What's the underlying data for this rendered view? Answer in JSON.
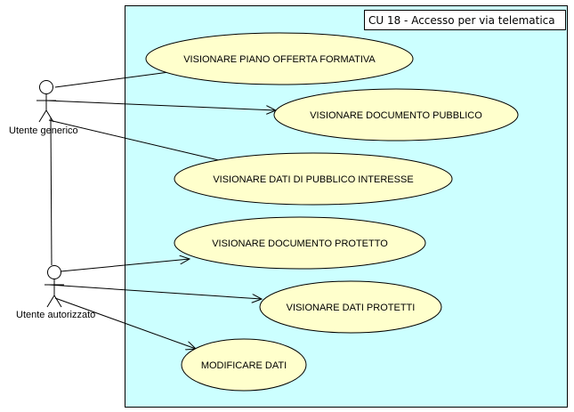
{
  "diagram": {
    "system_title": "CU 18 - Accesso per via telematica",
    "actors": {
      "generic": "Utente generico",
      "authorized": "Utente autorizzato"
    },
    "use_cases": {
      "uc1": "VISIONARE PIANO OFFERTA FORMATIVA",
      "uc2": "VISIONARE DOCUMENTO PUBBLICO",
      "uc3": "VISIONARE DATI DI PUBBLICO INTERESSE",
      "uc4": "VISIONARE DOCUMENTO PROTETTO",
      "uc5": "VISIONARE DATI PROTETTI",
      "uc6": "MODIFICARE DATI"
    },
    "colors": {
      "system_fill": "#ccffff",
      "use_case_fill": "#ffffcc",
      "line": "#000000"
    }
  }
}
